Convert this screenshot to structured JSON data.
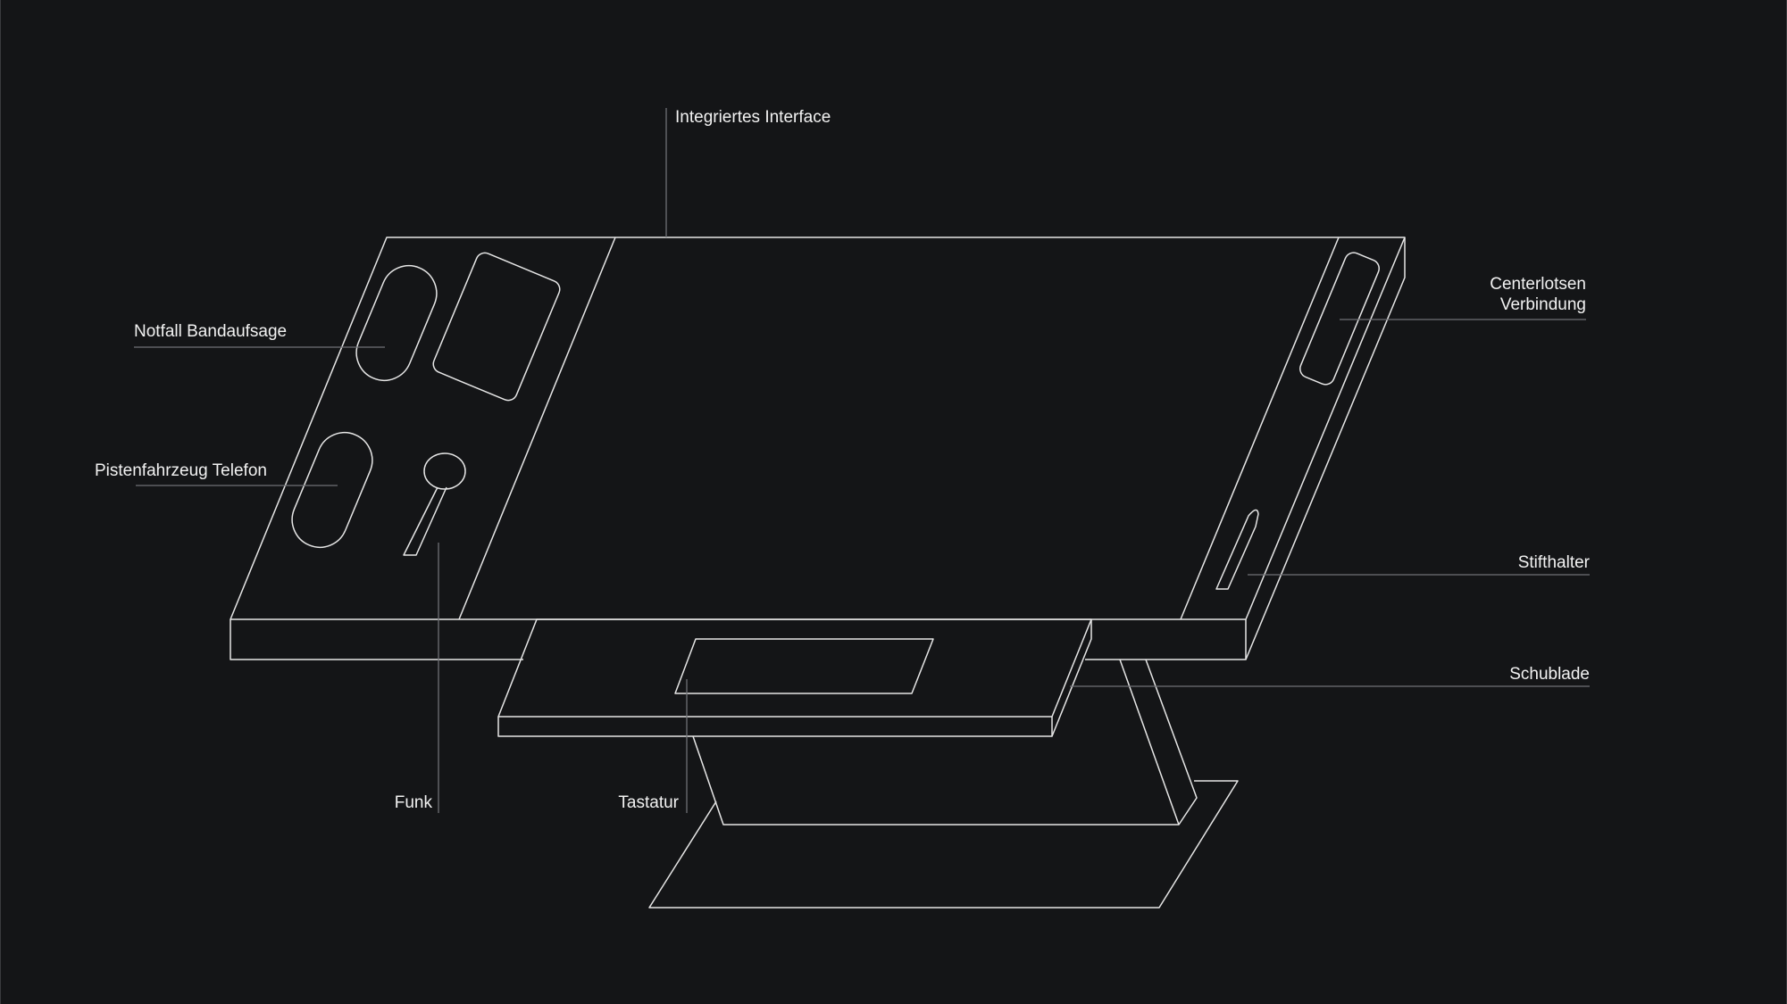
{
  "colors": {
    "background": "#141517",
    "outline": "#e6e6e6",
    "leader": "#6f7175",
    "label": "#f2f2f2"
  },
  "labels": {
    "integrated_interface": "Integriertes Interface",
    "notfall_bandaufsage": "Notfall Bandaufsage",
    "pistenfahrzeug_telefon": "Pistenfahrzeug Telefon",
    "centerlotsen_line1": "Centerlotsen",
    "centerlotsen_line2": "Verbindung",
    "stifthalter": "Stifthalter",
    "schublade": "Schublade",
    "funk": "Funk",
    "tastatur": "Tastatur"
  }
}
